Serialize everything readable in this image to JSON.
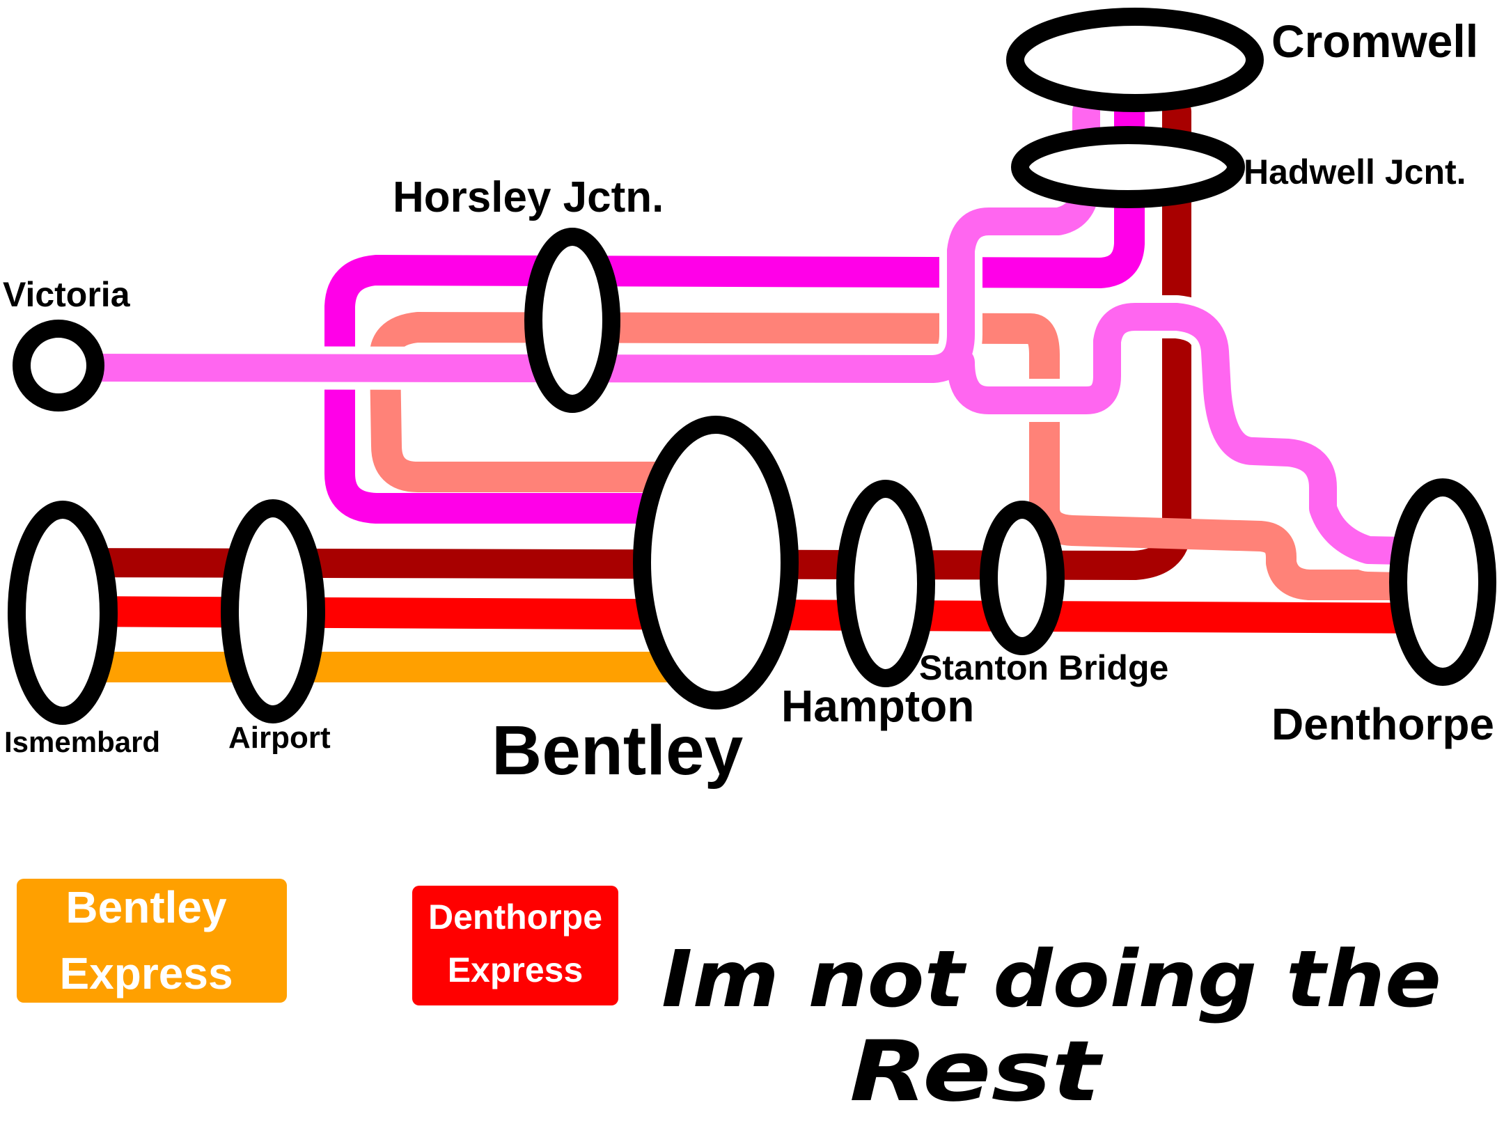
{
  "colors": {
    "dark_red": "#a80000",
    "red": "#ff0000",
    "orange": "#ffa000",
    "magenta": "#ff00e8",
    "pink": "#ff66f0",
    "salmon": "#ff8278",
    "station_outline": "#000000",
    "background": "#ffffff"
  },
  "stations": {
    "cromwell": "Cromwell",
    "hadwell": "Hadwell Jcnt.",
    "horsley": "Horsley Jctn.",
    "victoria": "Victoria",
    "ismembard": "Ismembard",
    "airport": "Airport",
    "bentley": "Bentley",
    "hampton": "Hampton",
    "stanton": "Stanton Bridge",
    "denthorpe": "Denthorpe"
  },
  "legend": {
    "bentley_express": {
      "line1": "Bentley",
      "line2": "Express",
      "color": "#ffa000"
    },
    "denthorpe_express": {
      "line1": "Denthorpe",
      "line2": "Express",
      "color": "#ff0000"
    }
  },
  "note": {
    "line1": "Im not doing the",
    "line2": "Rest"
  }
}
